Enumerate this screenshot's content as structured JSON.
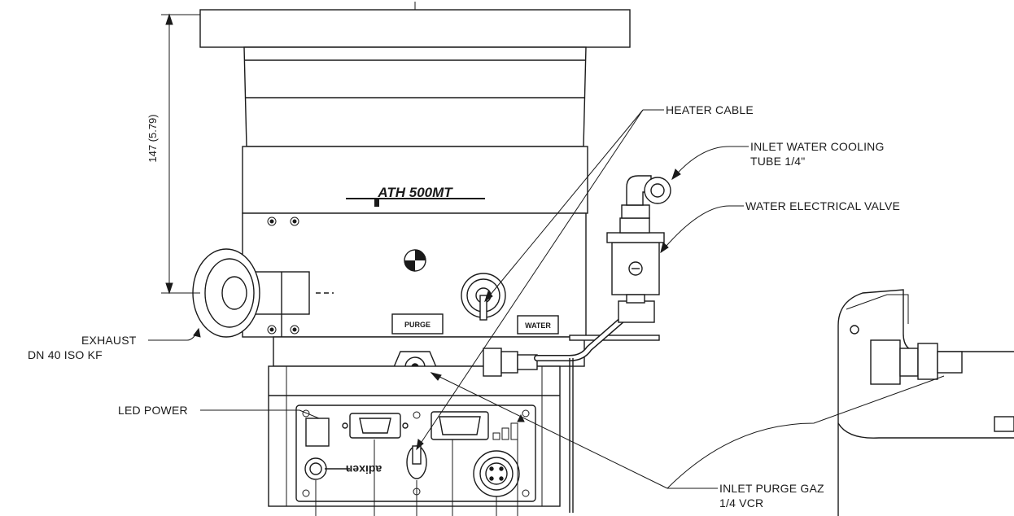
{
  "model_name": "ATH 500MT",
  "brand_mark": "adixen",
  "dimension": {
    "text": "147 (5.79)"
  },
  "panel_tags": {
    "purge": "PURGE",
    "water": "WATER"
  },
  "callouts": {
    "heater_cable": "HEATER CABLE",
    "inlet_water_line1": "INLET WATER COOLING",
    "inlet_water_line2": "TUBE 1/4\"",
    "water_valve": "WATER ELECTRICAL VALVE",
    "exhaust_line1": "EXHAUST",
    "exhaust_line2": "DN 40 ISO KF",
    "led_power": "LED POWER",
    "inlet_purge_line1": "INLET PURGE GAZ",
    "inlet_purge_line2": "1/4 VCR"
  },
  "colors": {
    "line": "#1a1a1a",
    "background": "#ffffff"
  }
}
